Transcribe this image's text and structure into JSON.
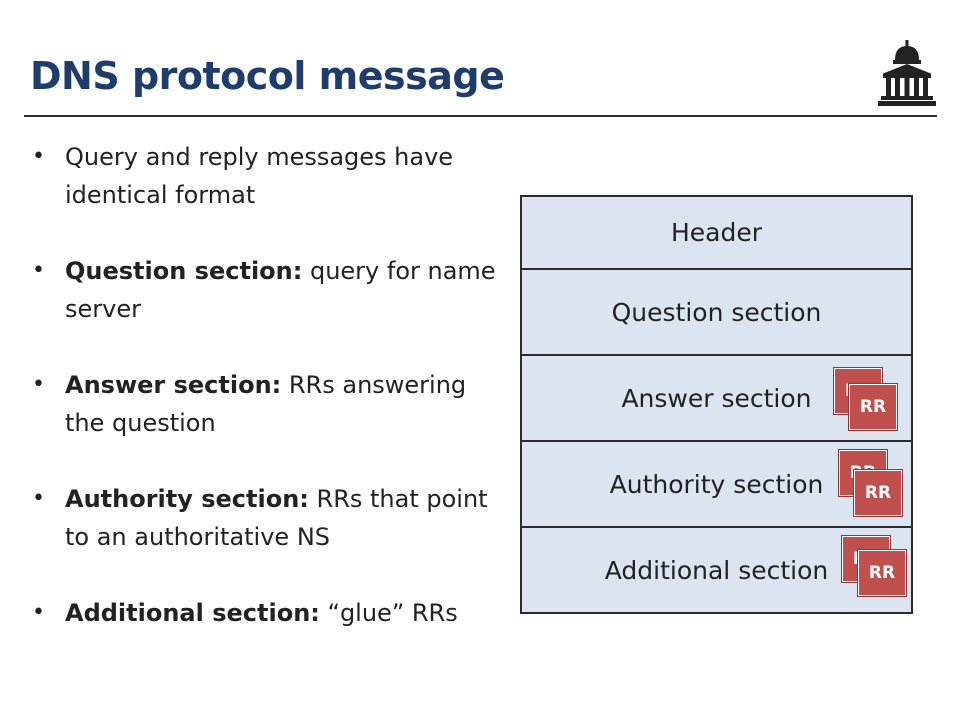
{
  "slide": {
    "title": "DNS protocol message",
    "bullets": [
      {
        "bold": "",
        "text": "Query and reply messages have identical format"
      },
      {
        "bold": "Question section:",
        "text": " query for name server"
      },
      {
        "bold": "Answer section:",
        "text": " RRs answering the question"
      },
      {
        "bold": "Authority section:",
        "text": " RRs that point to an authoritative NS"
      },
      {
        "bold": "Additional section:",
        "text": " “glue” RRs"
      }
    ],
    "bullet_symbol": "•",
    "diagram": {
      "sections": [
        {
          "label": "Header"
        },
        {
          "label": "Question section"
        },
        {
          "label": "Answer section",
          "rr": [
            "RR",
            "RR"
          ]
        },
        {
          "label": "Authority section",
          "rr": [
            "RR",
            "RR"
          ]
        },
        {
          "label": "Additional section",
          "rr": [
            "RR",
            "RR"
          ]
        }
      ]
    },
    "colors": {
      "title": "#1f3d6b",
      "section_fill": "#dbe4f0",
      "rr_fill": "#c0504d"
    },
    "logo_icon": "university-building-icon"
  }
}
